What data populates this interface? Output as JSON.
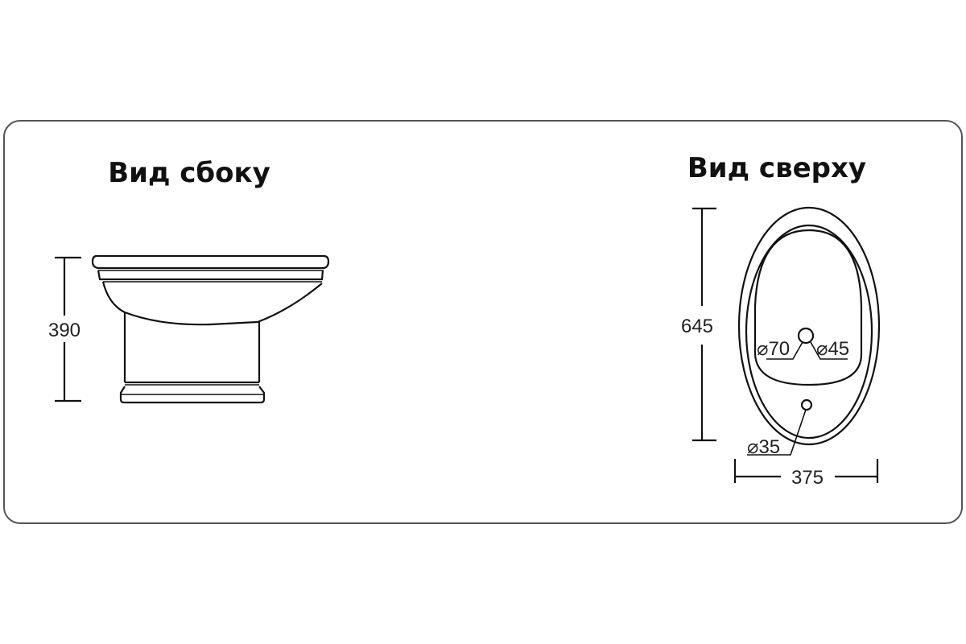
{
  "side_view": {
    "title": "Вид сбоку",
    "height_label": "390"
  },
  "top_view": {
    "title": "Вид сверху",
    "length_label": "645",
    "width_label": "375",
    "hole_left_label": "⌀70",
    "hole_right_label": "⌀45",
    "drain_label": "⌀35"
  }
}
